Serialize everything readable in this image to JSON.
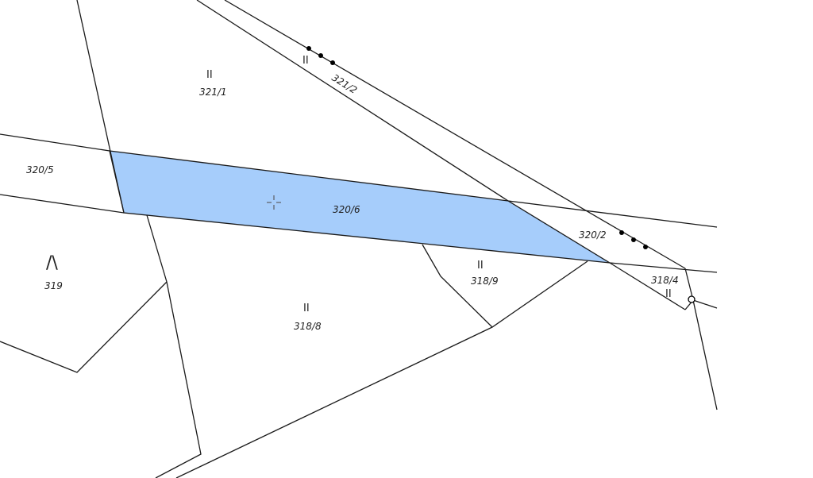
{
  "parcels": [
    {
      "id": "321_1",
      "label": "321/1",
      "mark": "II"
    },
    {
      "id": "321_2",
      "label": "321/2",
      "mark": "II"
    },
    {
      "id": "320_5",
      "label": "320/5",
      "mark": ""
    },
    {
      "id": "320_6",
      "label": "320/6",
      "mark": ""
    },
    {
      "id": "320_2",
      "label": "320/2",
      "mark": ""
    },
    {
      "id": "319",
      "label": "319",
      "mark": ""
    },
    {
      "id": "318_8",
      "label": "318/8",
      "mark": "II"
    },
    {
      "id": "318_9",
      "label": "318/9",
      "mark": "II"
    },
    {
      "id": "318_4",
      "label": "318/4",
      "mark": "II"
    }
  ],
  "symbols": {
    "forest_mark": "/\\",
    "selection_color": "#a6cdfb",
    "line_color": "#1a1a1a"
  }
}
